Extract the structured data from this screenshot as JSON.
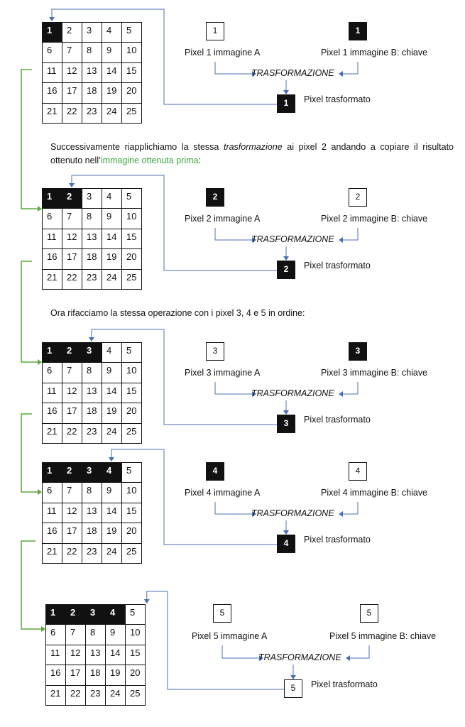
{
  "labels": {
    "pixel_prefix": "Pixel",
    "img_a": "immagine A",
    "img_b": "immagine B: chiave",
    "transform": "TRASFORMAZIONE",
    "result": "Pixel trasformato"
  },
  "colors": {
    "arrow_blue": "#4a6fb5",
    "arrow_green": "#5aa83a",
    "cell_dark": "#111111",
    "link_green": "#3aa53a"
  },
  "grid_numbers": [
    1,
    2,
    3,
    4,
    5,
    6,
    7,
    8,
    9,
    10,
    11,
    12,
    13,
    14,
    15,
    16,
    17,
    18,
    19,
    20,
    21,
    22,
    23,
    24,
    25
  ],
  "steps": [
    {
      "pixel": "1",
      "dark_count": 1,
      "a_dark": false,
      "b_dark": true,
      "result_dark": true
    },
    {
      "pixel": "2",
      "dark_count": 2,
      "a_dark": true,
      "b_dark": false,
      "result_dark": true
    },
    {
      "pixel": "3",
      "dark_count": 3,
      "a_dark": false,
      "b_dark": true,
      "result_dark": true
    },
    {
      "pixel": "4",
      "dark_count": 4,
      "a_dark": true,
      "b_dark": false,
      "result_dark": true
    },
    {
      "pixel": "5",
      "dark_count": 4,
      "a_dark": false,
      "b_dark": false,
      "result_dark": false
    }
  ],
  "text": {
    "para1_a": "Successivamente riapplichiamo la stessa ",
    "para1_em": "trasformazione",
    "para1_b": " ai pixel 2 andando a copiare il risultato ottenuto nell’",
    "para1_link": "immagine ottenuta prima",
    "para1_end": ":",
    "para2": "Ora rifacciamo la stessa operazione con i pixel 3, 4 e 5 in ordine:"
  }
}
